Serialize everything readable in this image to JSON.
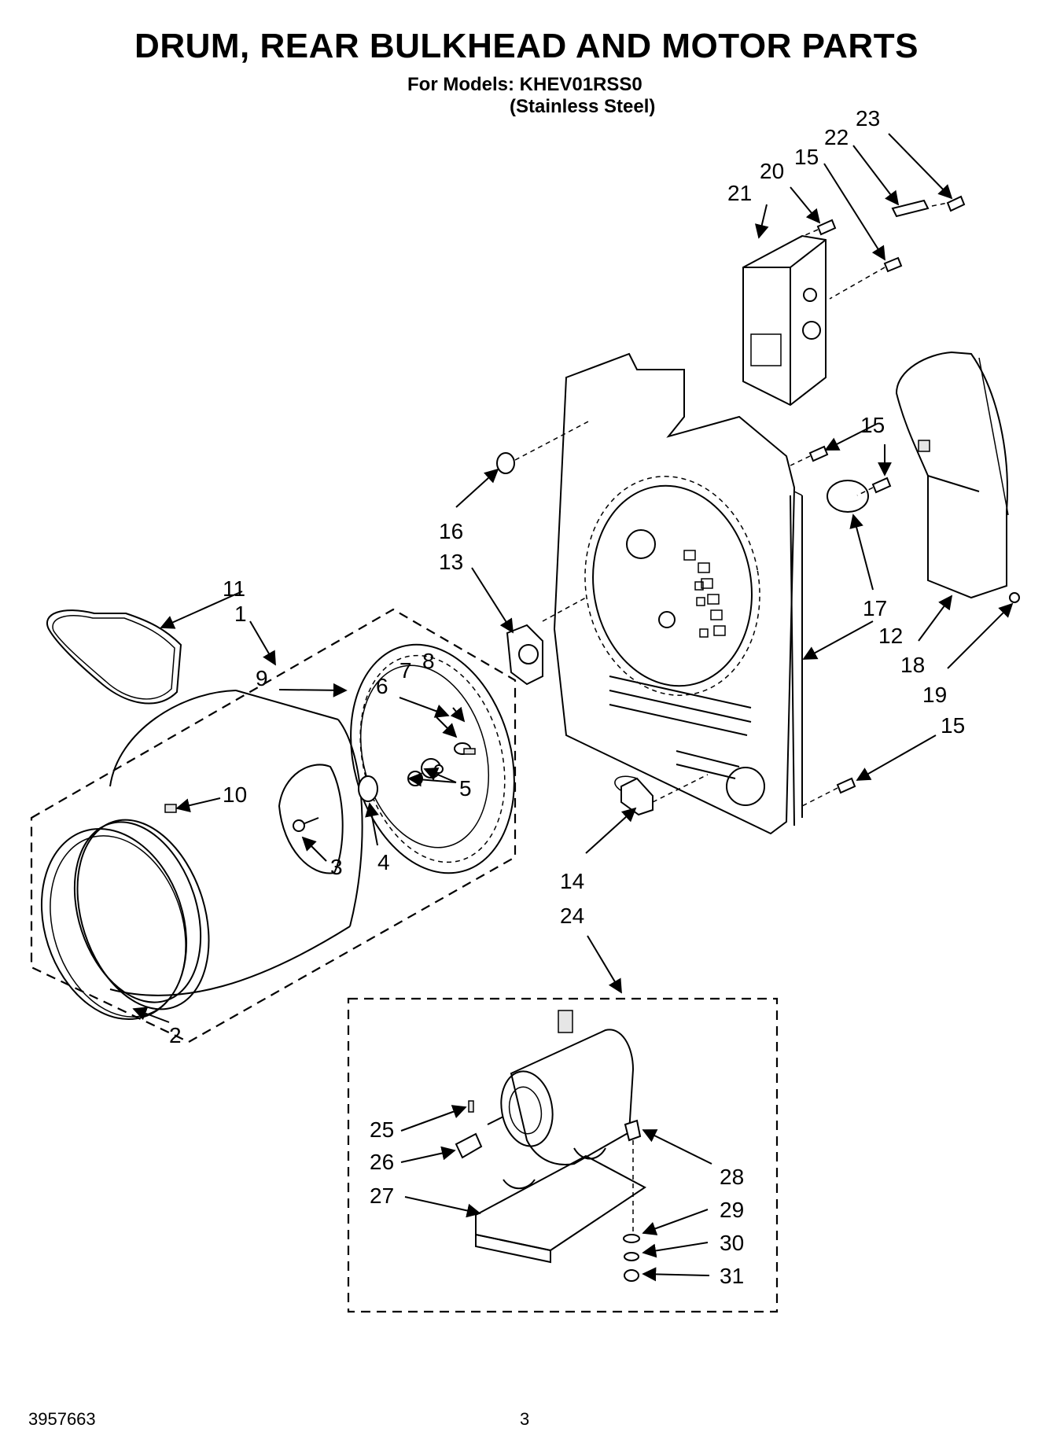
{
  "header": {
    "title": "DRUM, REAR BULKHEAD AND MOTOR PARTS",
    "models_line": "For Models: KHEV01RSS0",
    "variant_line": "(Stainless Steel)"
  },
  "callouts": [
    {
      "id": "c1",
      "label": "1"
    },
    {
      "id": "c2",
      "label": "2"
    },
    {
      "id": "c3",
      "label": "3"
    },
    {
      "id": "c4",
      "label": "4"
    },
    {
      "id": "c5",
      "label": "5"
    },
    {
      "id": "c6",
      "label": "6"
    },
    {
      "id": "c7",
      "label": "7"
    },
    {
      "id": "c8",
      "label": "8"
    },
    {
      "id": "c9",
      "label": "9"
    },
    {
      "id": "c10",
      "label": "10"
    },
    {
      "id": "c11",
      "label": "11"
    },
    {
      "id": "c12",
      "label": "12"
    },
    {
      "id": "c13",
      "label": "13"
    },
    {
      "id": "c14",
      "label": "14"
    },
    {
      "id": "c15a",
      "label": "15"
    },
    {
      "id": "c15b",
      "label": "15"
    },
    {
      "id": "c15c",
      "label": "15"
    },
    {
      "id": "c16",
      "label": "16"
    },
    {
      "id": "c17",
      "label": "17"
    },
    {
      "id": "c18",
      "label": "18"
    },
    {
      "id": "c19",
      "label": "19"
    },
    {
      "id": "c20",
      "label": "20"
    },
    {
      "id": "c21",
      "label": "21"
    },
    {
      "id": "c22",
      "label": "22"
    },
    {
      "id": "c23",
      "label": "23"
    },
    {
      "id": "c24",
      "label": "24"
    },
    {
      "id": "c25",
      "label": "25"
    },
    {
      "id": "c26",
      "label": "26"
    },
    {
      "id": "c27",
      "label": "27"
    },
    {
      "id": "c28",
      "label": "28"
    },
    {
      "id": "c29",
      "label": "29"
    },
    {
      "id": "c30",
      "label": "30"
    },
    {
      "id": "c31",
      "label": "31"
    }
  ],
  "footer": {
    "part_number": "3957663",
    "page_number": "3"
  }
}
